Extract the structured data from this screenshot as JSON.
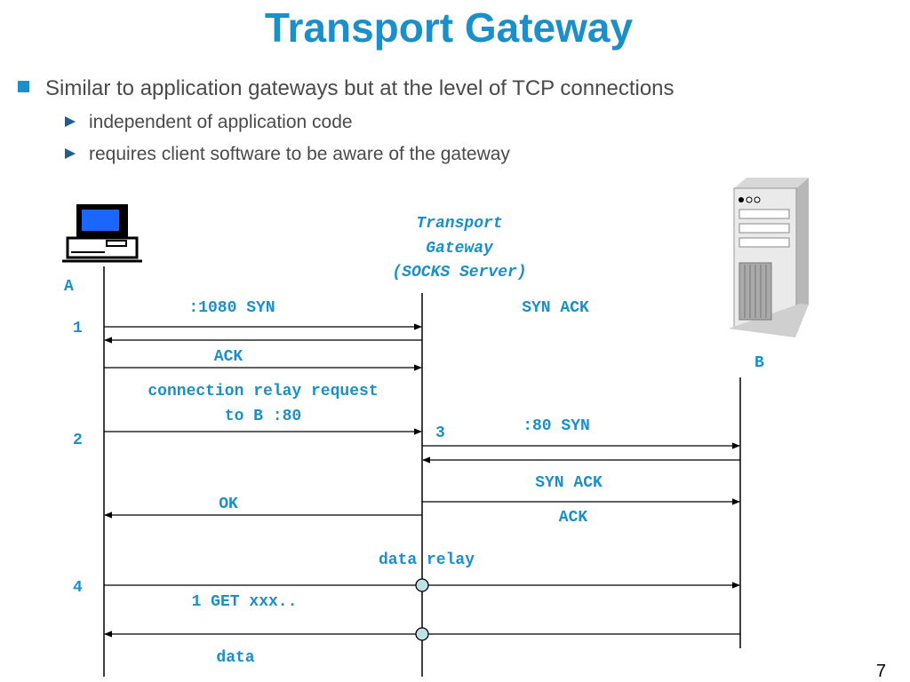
{
  "title": "Transport Gateway",
  "bullets": {
    "main": "Similar to application gateways but at the level of TCP connections",
    "subs": [
      "independent of application code",
      "requires client software to be aware of the gateway"
    ]
  },
  "diagram": {
    "gateway_label": [
      "Transport",
      "Gateway",
      "(SOCKS Server)"
    ],
    "host_a": "A",
    "host_b": "B",
    "step_numbers": [
      "1",
      "2",
      "3",
      "4"
    ],
    "messages": {
      "syn_1080": ":1080 SYN",
      "syn_ack_1": "SYN ACK",
      "ack_1": "ACK",
      "relay_request_line1": "connection relay request",
      "relay_request_line2": "to B :80",
      "syn_80": ":80  SYN",
      "syn_ack_2": "SYN ACK",
      "ok": "OK",
      "ack_2": "ACK",
      "data_relay": "data relay",
      "get": "1 GET xxx..",
      "data": "data"
    }
  },
  "page_number": "7",
  "colors": {
    "accent": "#1a8fc9",
    "text": "#4a4a4a",
    "arrow": "#1f5c8f"
  }
}
